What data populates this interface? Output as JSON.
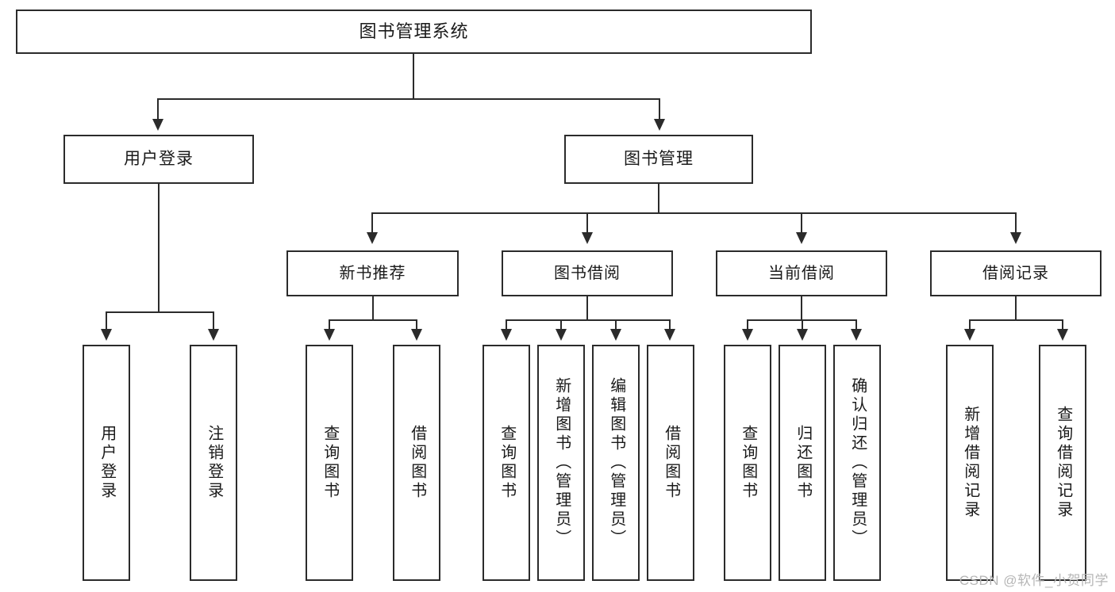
{
  "diagram": {
    "title": "图书管理系统",
    "root": {
      "label": "图书管理系统"
    },
    "level2": [
      {
        "label": "用户登录"
      },
      {
        "label": "图书管理"
      }
    ],
    "level3": [
      {
        "label": "新书推荐"
      },
      {
        "label": "图书借阅"
      },
      {
        "label": "当前借阅"
      },
      {
        "label": "借阅记录"
      }
    ],
    "leaves": {
      "user_login": [
        {
          "label": "用户登录"
        },
        {
          "label": "注销登录"
        }
      ],
      "new_book_recommend": [
        {
          "label": "查询图书"
        },
        {
          "label": "借阅图书"
        }
      ],
      "book_borrow": [
        {
          "label": "查询图书"
        },
        {
          "label": "新增图书（管理员）"
        },
        {
          "label": "编辑图书（管理员）"
        },
        {
          "label": "借阅图书"
        }
      ],
      "current_borrow": [
        {
          "label": "查询图书"
        },
        {
          "label": "归还图书"
        },
        {
          "label": "确认归还（管理员）"
        }
      ],
      "borrow_record": [
        {
          "label": "新增借阅记录"
        },
        {
          "label": "查询借阅记录"
        }
      ]
    }
  },
  "watermark": {
    "text": "CSDN @软件_小贺同学"
  },
  "colors": {
    "border": "#2b2b2b",
    "background": "#ffffff",
    "text": "#1a1a1a",
    "watermark": "#b6b6b6"
  }
}
